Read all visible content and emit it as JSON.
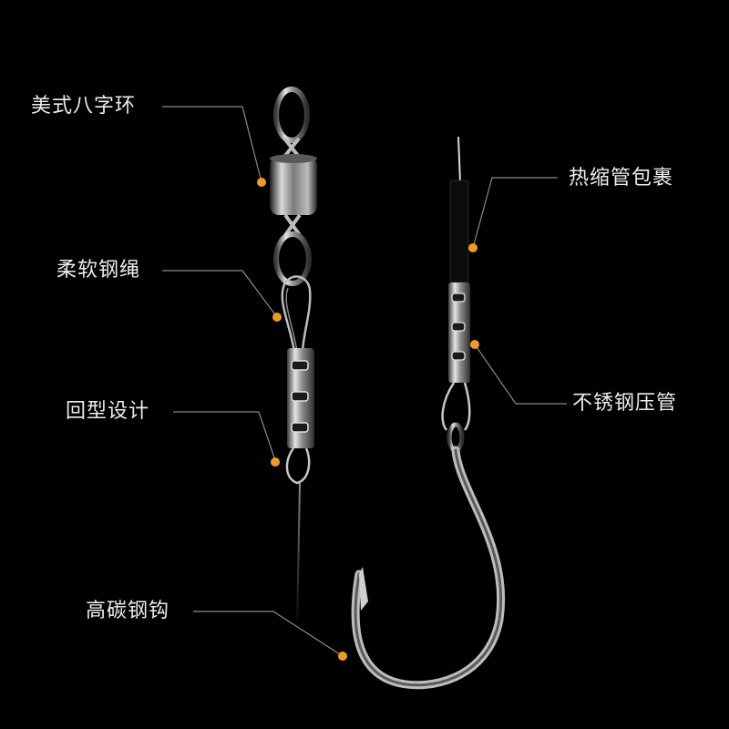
{
  "labels": {
    "swivel": "美式八字环",
    "wire": "柔软钢绳",
    "loop": "回型设计",
    "hook": "高碳钢钩",
    "heat_shrink": "热缩管包裹",
    "sleeve": "不锈钢压管"
  },
  "colors": {
    "background": "#000000",
    "text": "#ededed",
    "dot": "#f39a1e",
    "leader_line": "#8a8a8a",
    "metal": "#c7c7c7"
  }
}
